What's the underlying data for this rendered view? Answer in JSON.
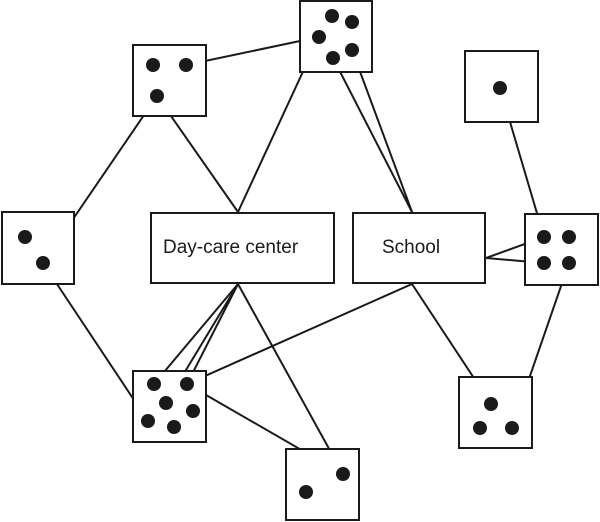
{
  "diagram": {
    "hubs": [
      {
        "id": "daycare",
        "label": "Day-care center"
      },
      {
        "id": "school",
        "label": "School"
      }
    ],
    "households": [
      {
        "id": "h-top-center",
        "dots": 5
      },
      {
        "id": "h-top-left",
        "dots": 3
      },
      {
        "id": "h-top-right",
        "dots": 1
      },
      {
        "id": "h-mid-left",
        "dots": 2
      },
      {
        "id": "h-mid-right",
        "dots": 4
      },
      {
        "id": "h-bottom-left",
        "dots": 6
      },
      {
        "id": "h-bottom-center",
        "dots": 2
      },
      {
        "id": "h-bottom-right",
        "dots": 3
      }
    ]
  },
  "colors": {
    "stroke": "#1a1a1a",
    "dot": "#1a1a1a",
    "background": "#ffffff"
  }
}
